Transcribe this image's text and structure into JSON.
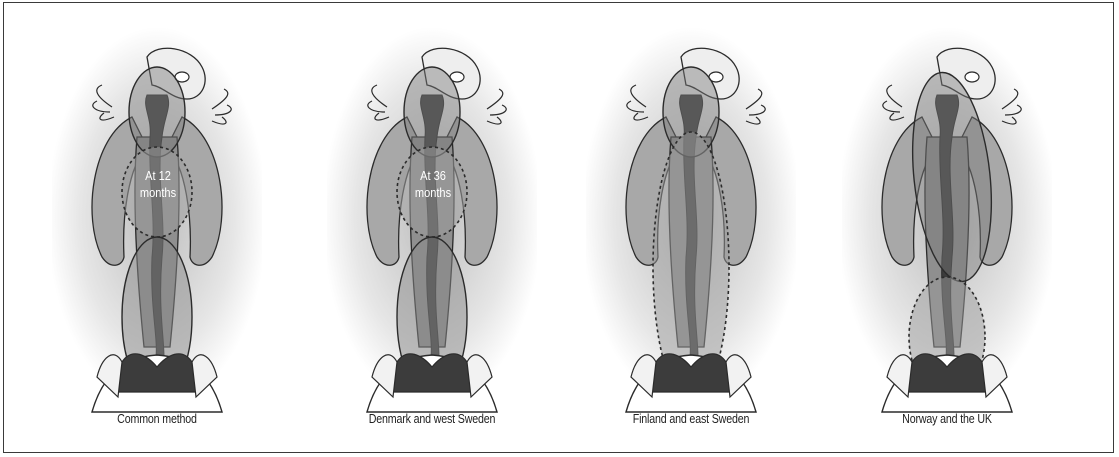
{
  "panels": [
    {
      "caption": "Common method",
      "inner_label_line1": "At 12",
      "inner_label_line2": "months"
    },
    {
      "caption": "Denmark and west Sweden",
      "inner_label_line1": "At 36",
      "inner_label_line2": "months"
    },
    {
      "caption": "Finland and east Sweden"
    },
    {
      "caption": "Norway and the UK"
    }
  ],
  "colors": {
    "outline": "#2b2b2b",
    "tissue": "#9a9a9a",
    "tissue_light": "#b8b8b8",
    "cleft": "#3c3c3c",
    "shade": "#cfcfcf"
  }
}
